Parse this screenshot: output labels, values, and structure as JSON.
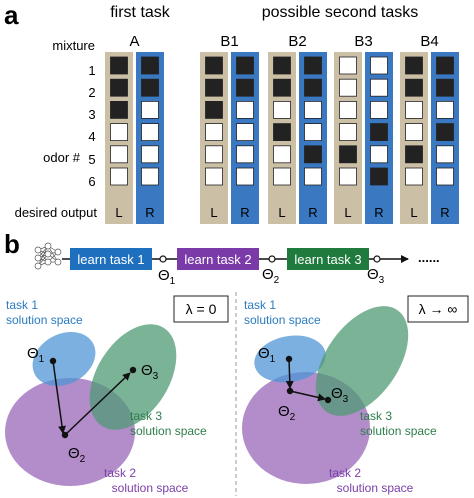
{
  "panel_a": {
    "label": "a",
    "first_task_title": "first task",
    "second_tasks_title": "possible second tasks",
    "mixture_label": "mixture",
    "odor_label": "odor #",
    "desired_output_label": "desired output",
    "odor_numbers": [
      "1",
      "2",
      "3",
      "4",
      "5",
      "6"
    ],
    "output_labels": [
      "L",
      "R"
    ],
    "colors": {
      "left_frame": "#cbbfa6",
      "right_frame": "#3a78c2",
      "cell_on": "#222222",
      "cell_off": "#ffffff"
    },
    "tasks": [
      {
        "name": "A",
        "L": [
          1,
          1,
          1,
          0,
          0,
          0
        ],
        "R": [
          1,
          1,
          0,
          0,
          0,
          0
        ]
      },
      {
        "name": "B1",
        "L": [
          1,
          1,
          1,
          0,
          0,
          0
        ],
        "R": [
          1,
          1,
          0,
          0,
          0,
          0
        ]
      },
      {
        "name": "B2",
        "L": [
          1,
          1,
          0,
          1,
          0,
          0
        ],
        "R": [
          1,
          1,
          0,
          0,
          1,
          0
        ]
      },
      {
        "name": "B3",
        "L": [
          0,
          0,
          0,
          0,
          1,
          0
        ],
        "R": [
          0,
          0,
          0,
          1,
          0,
          1
        ]
      },
      {
        "name": "B4",
        "L": [
          1,
          1,
          0,
          0,
          1,
          0
        ],
        "R": [
          1,
          1,
          0,
          1,
          0,
          0
        ]
      }
    ]
  },
  "panel_b": {
    "label": "b",
    "tasks": [
      {
        "label": "learn task 1",
        "color": "#1f6fbf"
      },
      {
        "label": "learn task 2",
        "color": "#7a3aa8"
      },
      {
        "label": "learn task 3",
        "color": "#1f7a3e"
      }
    ],
    "thetas": [
      "Θ",
      "Θ",
      "Θ"
    ],
    "theta_subs": [
      "1",
      "2",
      "3"
    ],
    "ellipsis": "......",
    "left_scene": {
      "lambda_label": "λ = 0",
      "task1": "task 1",
      "task1_sub": "solution space",
      "task2": "task 2",
      "task2_sub": "solution space",
      "task3": "task 3",
      "task3_sub": "solution space"
    },
    "right_scene": {
      "lambda_label": "λ → ∞",
      "task1": "task 1",
      "task1_sub": "solution space",
      "task2": "task 2",
      "task2_sub": "solution space",
      "task3": "task 3",
      "task3_sub": "solution space"
    },
    "colors": {
      "task1_fill": "#4f95d6",
      "task2_fill": "#9867b8",
      "task3_fill": "#4f9a74",
      "task1_text": "#2a7bc0",
      "task2_text": "#7b3fa8",
      "task3_text": "#2f7d4c"
    }
  }
}
